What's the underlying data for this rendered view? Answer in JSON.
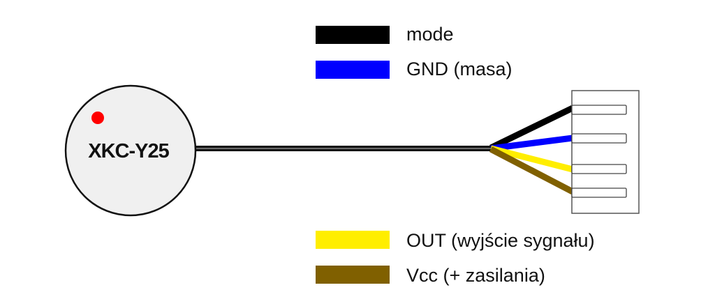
{
  "sensor": {
    "name": "XKC-Y25",
    "body_color": "#f0f0f0",
    "indicator_color": "#ff0000"
  },
  "cable": {
    "color": "#111111"
  },
  "wires": [
    {
      "id": "mode",
      "color": "#000000",
      "pin": 1
    },
    {
      "id": "gnd",
      "color": "#0000ff",
      "pin": 2
    },
    {
      "id": "out",
      "color": "#ffee00",
      "pin": 3
    },
    {
      "id": "vcc",
      "color": "#806000",
      "pin": 4
    }
  ],
  "connector": {
    "pin_count": 4
  },
  "legend": {
    "items": [
      {
        "label": "mode",
        "color": "#000000"
      },
      {
        "label": "GND (masa)",
        "color": "#0000ff"
      },
      {
        "label": "OUT (wyjście sygnału)",
        "color": "#ffee00"
      },
      {
        "label": "Vcc (+ zasilania)",
        "color": "#806000"
      }
    ]
  }
}
